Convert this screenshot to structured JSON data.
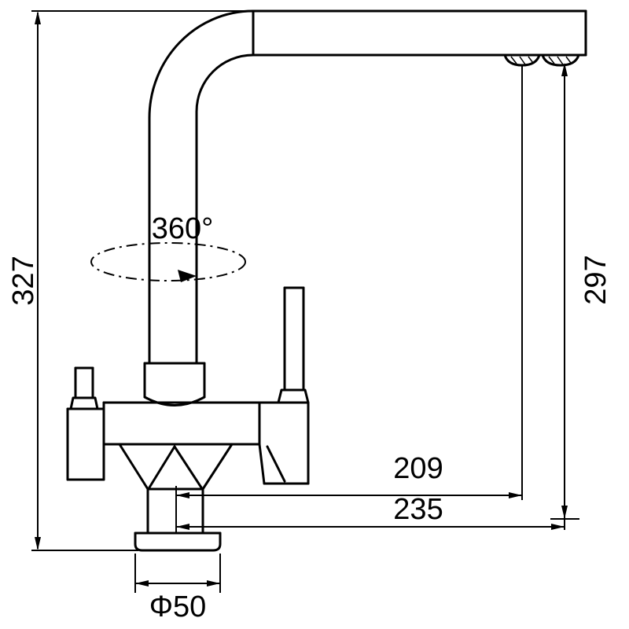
{
  "drawing": {
    "background_color": "#ffffff",
    "line_color": "#000000",
    "dimensions": {
      "overall_height": "327",
      "outlet_height": "297",
      "reach_near": "209",
      "reach_far": "235",
      "base_diameter": "Φ50",
      "swivel_angle": "360°"
    }
  }
}
